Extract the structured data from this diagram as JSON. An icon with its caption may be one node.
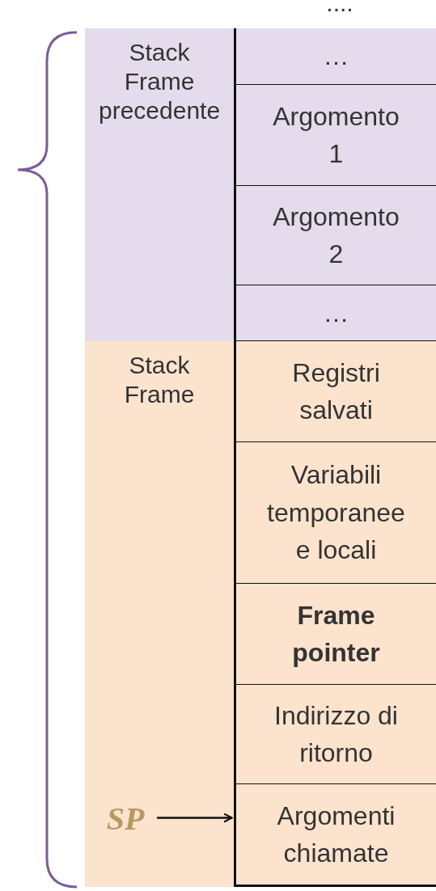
{
  "diagram": {
    "nodes": [
      {
        "text": [
          "Stack Frame precedente"
        ]
      },
      {
        "text": [
          "Stack Frame"
        ]
      },
      {
        "text": [
          "…"
        ],
        "in": 0
      },
      {
        "text": [
          "Argomento 1"
        ],
        "in": 0
      },
      {
        "text": [
          "Argomento 2"
        ],
        "in": 0
      },
      {
        "text": [
          "…"
        ],
        "in": 0
      },
      {
        "text": [
          "Registri salvati"
        ],
        "in": 1
      },
      {
        "text": [
          "Variabili temporanee e locali"
        ],
        "in": 1
      },
      {
        "text": [
          "Frame pointer"
        ],
        "in": 1
      },
      {
        "text": [
          "Indirizzo di ritorno"
        ],
        "in": 1
      },
      {
        "text": [
          "Argomenti chiamate"
        ],
        "in": 1
      },
      {
        "text": [
          "SP"
        ],
        "in": 1
      }
    ],
    "edges": [
      {
        "from": 11,
        "to": 10,
        "arrow": "to"
      }
    ],
    "labels": [
      "...."
    ]
  }
}
